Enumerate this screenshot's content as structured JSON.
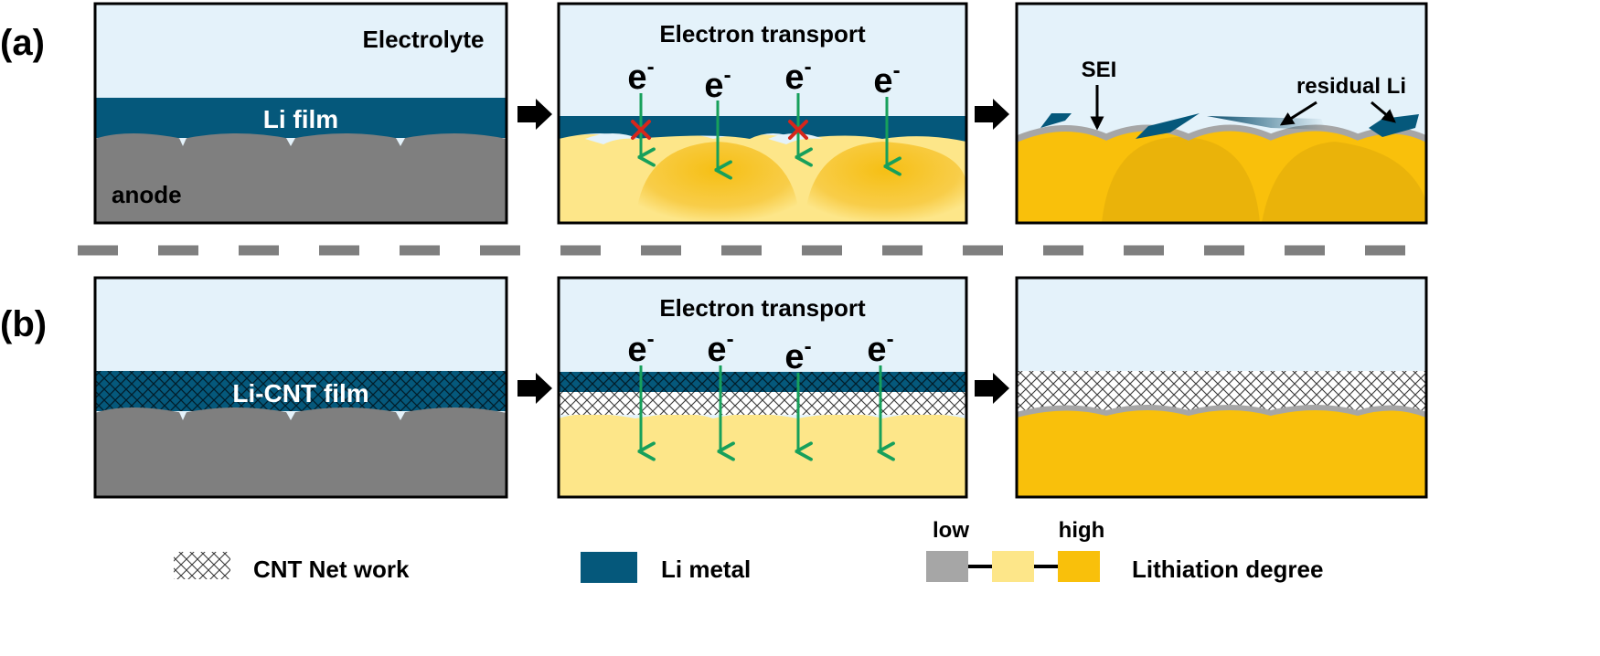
{
  "colors": {
    "electrolyte": "#e4f2fa",
    "li_metal": "#05587b",
    "anode": "#7f7f7f",
    "lith_low": "#a6a6a6",
    "lith_mid": "#fde689",
    "lith_high": "#f9c00b",
    "arrow_green": "#17a05b",
    "cross_red": "#d7261b"
  },
  "row_a": {
    "label": "(a)",
    "panel1": {
      "electrolyte_label": "Electrolyte",
      "film_label": "Li film",
      "anode_label": "anode"
    },
    "panel2": {
      "title": "Electron transport",
      "electrons": [
        {
          "symbol": "e",
          "charge": "-",
          "blocked": true
        },
        {
          "symbol": "e",
          "charge": "-",
          "blocked": false
        },
        {
          "symbol": "e",
          "charge": "-",
          "blocked": true
        },
        {
          "symbol": "e",
          "charge": "-",
          "blocked": false
        }
      ]
    },
    "panel3": {
      "sei_label": "SEI",
      "residual_label": "residual Li"
    }
  },
  "row_b": {
    "label": "(b)",
    "panel1": {
      "film_label": "Li-CNT film"
    },
    "panel2": {
      "title": "Electron transport",
      "electrons": [
        {
          "symbol": "e",
          "charge": "-"
        },
        {
          "symbol": "e",
          "charge": "-"
        },
        {
          "symbol": "e",
          "charge": "-"
        },
        {
          "symbol": "e",
          "charge": "-"
        }
      ]
    }
  },
  "legend": {
    "cnt_label": "CNT Net work",
    "li_metal_label": "Li metal",
    "low_label": "low",
    "high_label": "high",
    "lithiation_label": "Lithiation degree"
  }
}
